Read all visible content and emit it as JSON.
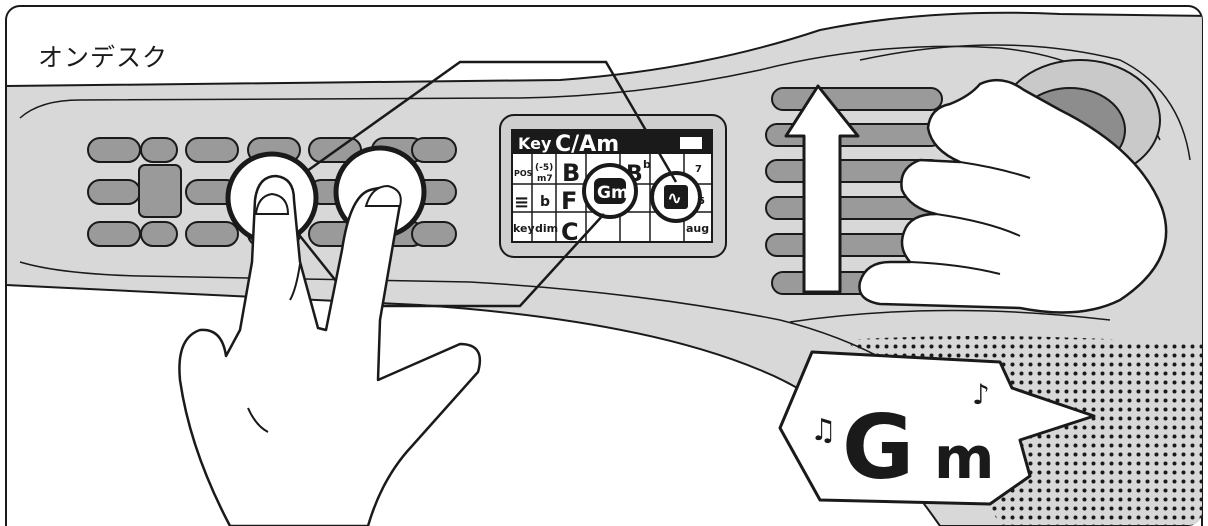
{
  "scene": {
    "label": "オンデスク"
  },
  "lcd": {
    "key_prefix": "Key",
    "key_value": "C/Am",
    "row1": {
      "pos": "POS",
      "interval": "(-5)",
      "interval_sub": "m7",
      "chord1": "B",
      "chord2": "B",
      "chord2_sup": "b",
      "extension": "7"
    },
    "row2": {
      "menu": "≡",
      "flat": "b",
      "chord1": "F",
      "selected_chord": "Gm",
      "wave": "∿",
      "five": "5"
    },
    "row3": {
      "key": "key",
      "dim": "dim",
      "chord1": "C",
      "aug": "aug"
    }
  },
  "callout": {
    "chord_root": "G",
    "chord_quality": "m",
    "note_left": "♫",
    "note_right": "♪"
  },
  "colors": {
    "outline": "#1a1a1a",
    "body_grey": "#d8d8d8",
    "body_dark": "#b9b9b9",
    "button_grey": "#9a9a9a",
    "lcd_bg": "#ffffff",
    "lcd_bar": "#1a1a1a"
  }
}
